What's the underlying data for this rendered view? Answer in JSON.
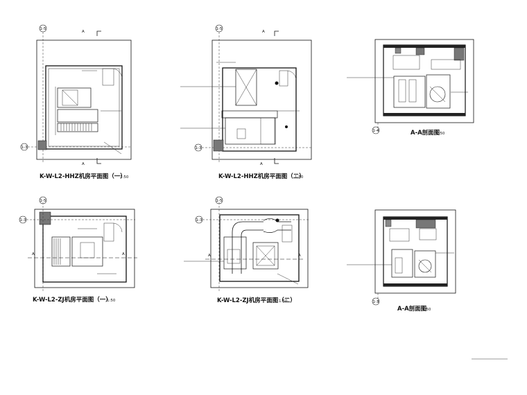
{
  "drawings": {
    "plan1": {
      "title": "K-W-L2-HHZ机房平面图（一）",
      "scale": "1:50",
      "grid_top": "1-5",
      "grid_side": "1-3",
      "section_mark": "A"
    },
    "plan2": {
      "title": "K-W-L2-HHZ机房平面图（二）",
      "scale": "1:50",
      "grid_top": "1-5",
      "grid_side": "1-3",
      "section_mark": "A"
    },
    "section1": {
      "title": "A-A剖面图",
      "scale": "1:50",
      "grid": "1-4"
    },
    "plan3": {
      "title": "K-W-L2-ZJ机房平面图（一）",
      "scale": "1:50",
      "grid_top": "1-5",
      "grid_side": "1-3",
      "section_mark": "A"
    },
    "plan4": {
      "title": "K-W-L2-ZJ机房平面图（二）",
      "scale": "1:50",
      "grid_top": "1-5",
      "grid_side": "1-3",
      "section_mark": "A"
    },
    "section2": {
      "title": "A-A剖面图",
      "scale": "1:50",
      "grid": "1-3"
    }
  }
}
